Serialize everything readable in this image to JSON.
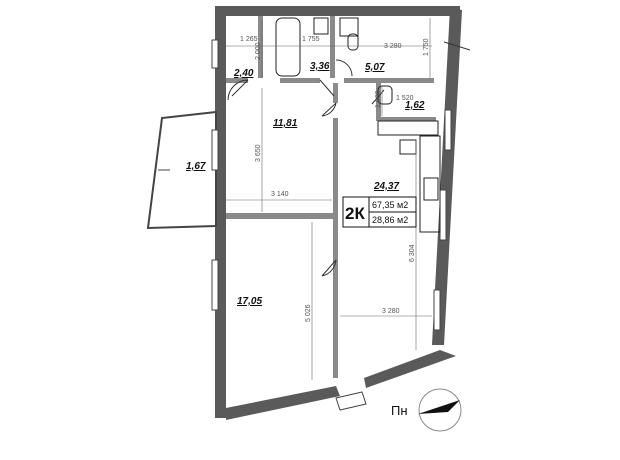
{
  "apartment": {
    "type_label": "2К",
    "total_area": "67,35 м2",
    "living_area": "28,86 м2"
  },
  "rooms": [
    {
      "id": "hall",
      "area": "2,40"
    },
    {
      "id": "bathroom",
      "area": "3,36"
    },
    {
      "id": "corridor",
      "area": "5,07"
    },
    {
      "id": "toilet",
      "area": "1,62"
    },
    {
      "id": "bedroom",
      "area": "11,81"
    },
    {
      "id": "balcony",
      "area": "1,67"
    },
    {
      "id": "kitchen-living",
      "area": "24,37"
    },
    {
      "id": "living-room",
      "area": "17,05"
    }
  ],
  "dimensions": [
    "1 265",
    "2 000",
    "1 755",
    "3 280",
    "1 750",
    "1 000",
    "1 520",
    "3 650",
    "3 140",
    "5 026",
    "6 304",
    "3 280"
  ],
  "compass": {
    "label": "Пн"
  },
  "colors": {
    "wall": "#555555",
    "wall_light": "#9a9a9a",
    "dim_line": "#666666",
    "furniture": "#222222"
  }
}
